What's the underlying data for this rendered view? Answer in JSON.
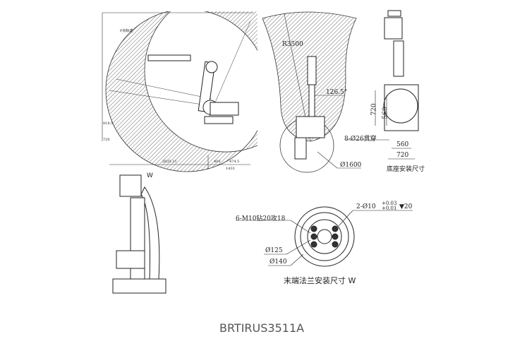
{
  "work_range_side": {
    "trajectory_label": "P点轨迹",
    "dims": [
      "2835.11",
      "400",
      "474.5",
      "1433",
      "720",
      "818.5"
    ]
  },
  "work_range_top": {
    "radius": "R3500",
    "offset": "126.5°",
    "base_circle": "Ø1600"
  },
  "base_view": {
    "dim_720_v": "720",
    "dim_560_v": "560",
    "dim_560_h": "560",
    "dim_720_h": "720",
    "holes": "8-Ø26贯穿",
    "caption": "底座安装尺寸"
  },
  "side_view": {
    "view_label": "W"
  },
  "flange": {
    "tapped": "6-M10钻20攻18",
    "pin": "2-Ø10",
    "tol_upper": "+0.03",
    "tol_lower": "+0.01",
    "depth": "▼20",
    "d125": "Ø125",
    "d140": "Ø140",
    "caption": "末端法兰安装尺寸 W"
  },
  "model": "BRTIRUS3511A"
}
